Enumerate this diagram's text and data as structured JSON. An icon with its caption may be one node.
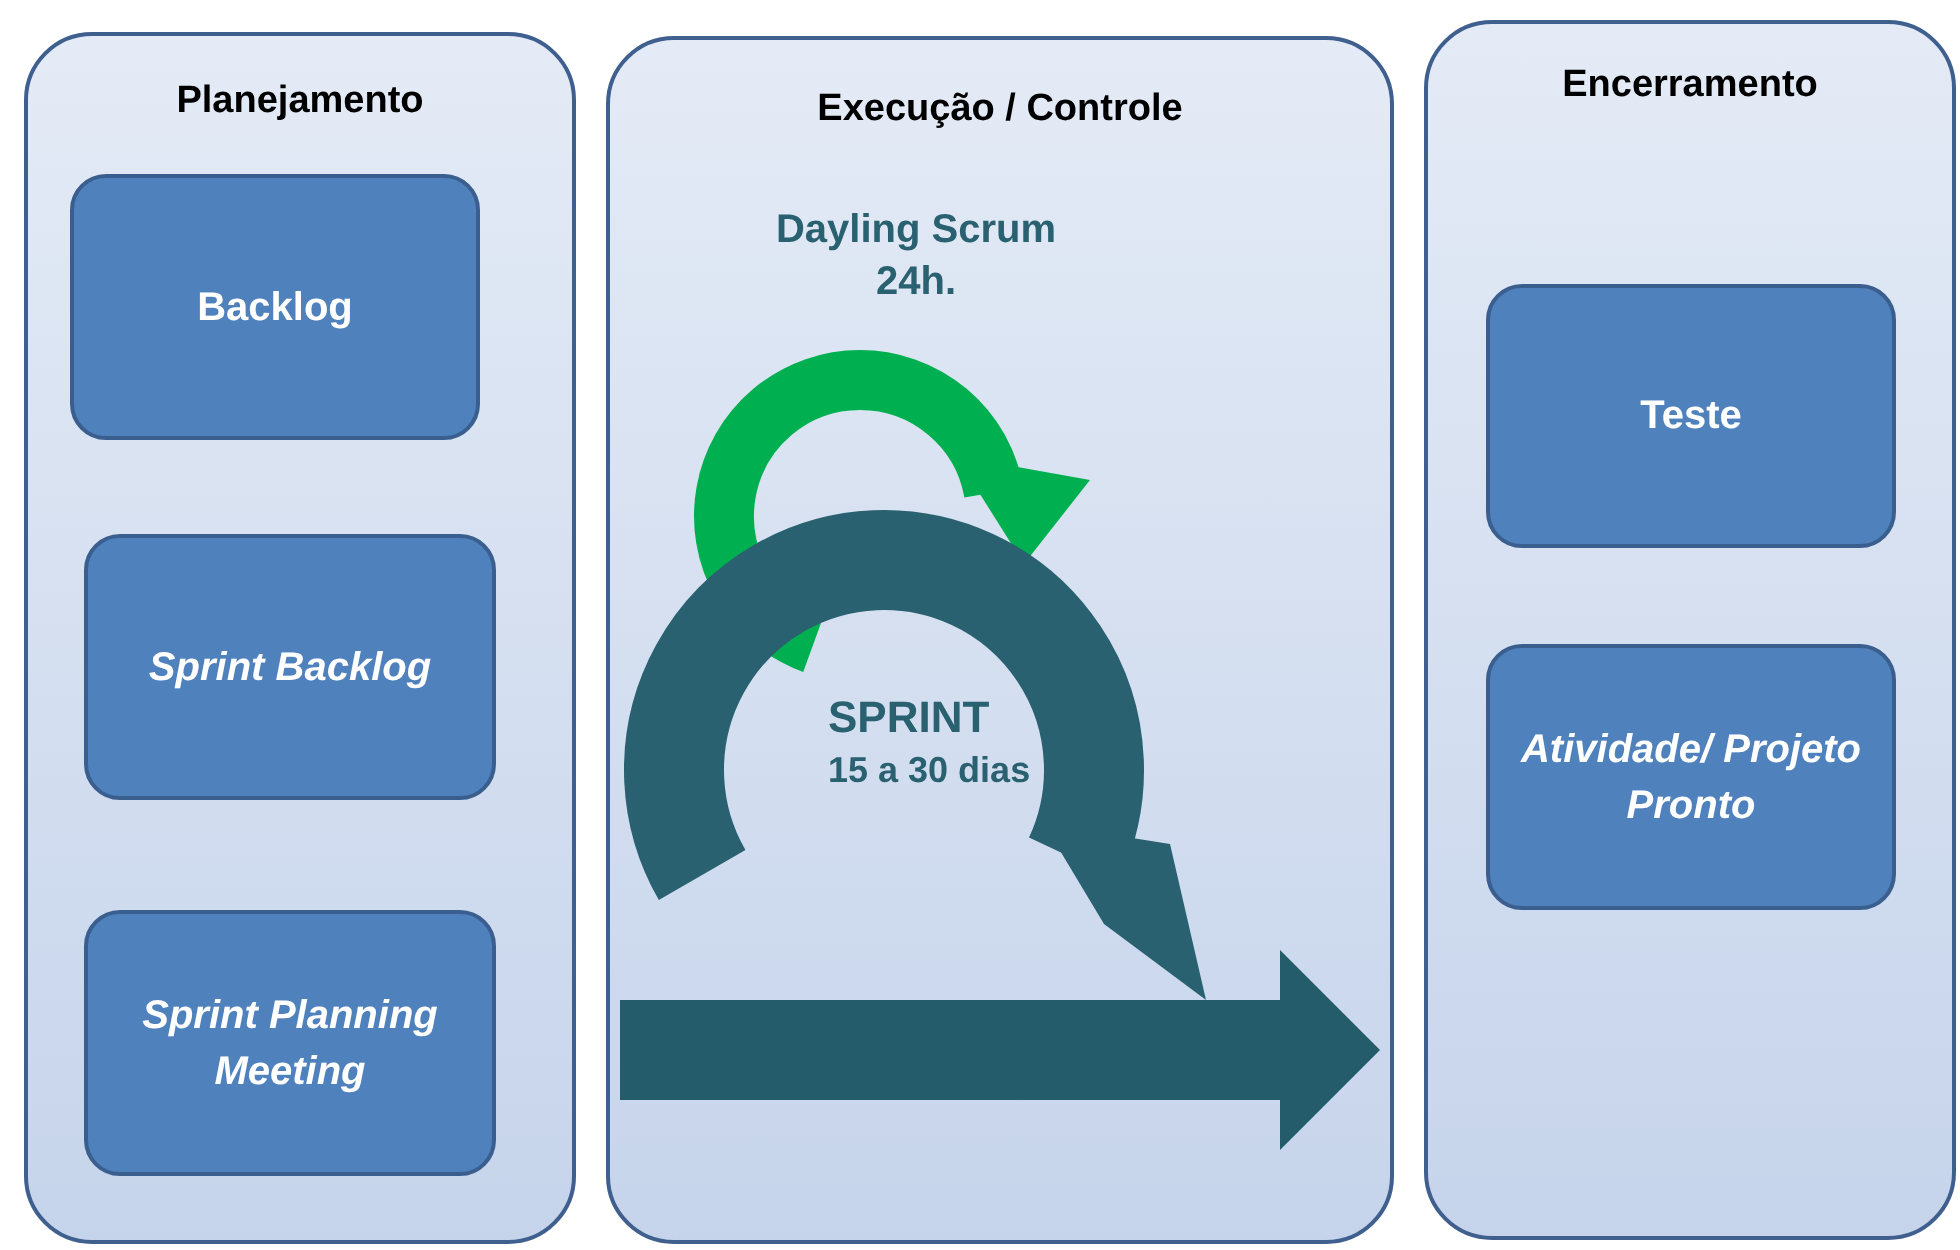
{
  "diagram": {
    "nodes": [
      {
        "text": [
          "Planejamento"
        ]
      },
      {
        "text": [
          "Backlog"
        ],
        "in": 0
      },
      {
        "text": [
          "Sprint Backlog"
        ],
        "in": 0
      },
      {
        "text": [
          "Sprint Planning Meeting"
        ],
        "in": 0
      },
      {
        "text": [
          "Execução / Controle"
        ]
      },
      {
        "text": [
          "Encerramento"
        ]
      },
      {
        "text": [
          "Teste"
        ],
        "in": 5
      },
      {
        "text": [
          "Atividade/ Projeto Pronto"
        ],
        "in": 5
      }
    ],
    "labels": [
      "Dayling Scrum 24h.",
      "SPRINT 15 a 30 dias"
    ]
  }
}
